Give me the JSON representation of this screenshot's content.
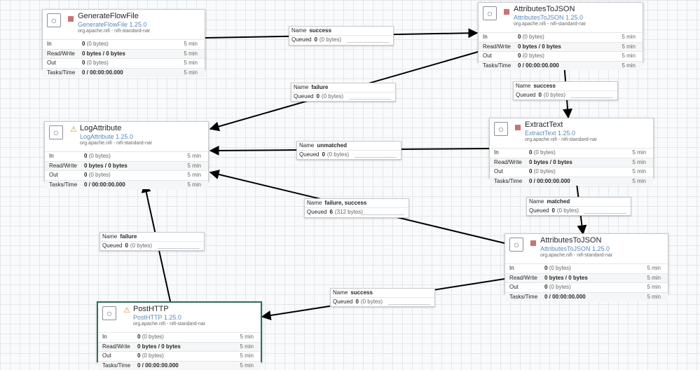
{
  "processors": {
    "generate": {
      "name": "GenerateFlowFile",
      "type": "GenerateFlowFile 1.25.0",
      "bundle": "org.apache.nifi - nifi-standard-nar",
      "status_icon": "stopped-square-icon",
      "stats": [
        {
          "label": "In",
          "value": "0",
          "sub": "(0 bytes)",
          "window": "5 min"
        },
        {
          "label": "Read/Write",
          "value": "0 bytes / 0 bytes",
          "sub": "",
          "window": "5 min"
        },
        {
          "label": "Out",
          "value": "0",
          "sub": "(0 bytes)",
          "window": "5 min"
        },
        {
          "label": "Tasks/Time",
          "value": "0 / 00:00:00.000",
          "sub": "",
          "window": "5 min"
        }
      ]
    },
    "attr_json_1": {
      "name": "AttributesToJSON",
      "type": "AttributesToJSON 1.25.0",
      "bundle": "org.apache.nifi - nifi-standard-nar",
      "status_icon": "stopped-square-icon",
      "stats": [
        {
          "label": "In",
          "value": "0",
          "sub": "(0 bytes)",
          "window": "5 min"
        },
        {
          "label": "Read/Write",
          "value": "0 bytes / 0 bytes",
          "sub": "",
          "window": "5 min"
        },
        {
          "label": "Out",
          "value": "0",
          "sub": "(0 bytes)",
          "window": "5 min"
        },
        {
          "label": "Tasks/Time",
          "value": "0 / 00:00:00.000",
          "sub": "",
          "window": "5 min"
        }
      ]
    },
    "log": {
      "name": "LogAttribute",
      "type": "LogAttribute 1.25.0",
      "bundle": "org.apache.nifi - nifi-standard-nar",
      "status_icon": "warning-triangle-icon",
      "stats": [
        {
          "label": "In",
          "value": "0",
          "sub": "(0 bytes)",
          "window": "5 min"
        },
        {
          "label": "Read/Write",
          "value": "0 bytes / 0 bytes",
          "sub": "",
          "window": "5 min"
        },
        {
          "label": "Out",
          "value": "0",
          "sub": "(0 bytes)",
          "window": "5 min"
        },
        {
          "label": "Tasks/Time",
          "value": "0 / 00:00:00.000",
          "sub": "",
          "window": "5 min"
        }
      ]
    },
    "extract": {
      "name": "ExtractText",
      "type": "ExtractText 1.25.0",
      "bundle": "org.apache.nifi - nifi-standard-nar",
      "status_icon": "stopped-square-icon",
      "stats": [
        {
          "label": "In",
          "value": "0",
          "sub": "(0 bytes)",
          "window": "5 min"
        },
        {
          "label": "Read/Write",
          "value": "0 bytes / 0 bytes",
          "sub": "",
          "window": "5 min"
        },
        {
          "label": "Out",
          "value": "0",
          "sub": "(0 bytes)",
          "window": "5 min"
        },
        {
          "label": "Tasks/Time",
          "value": "0 / 00:00:00.000",
          "sub": "",
          "window": "5 min"
        }
      ]
    },
    "attr_json_2": {
      "name": "AttributesToJSON",
      "type": "AttributesToJSON 1.25.0",
      "bundle": "org.apache.nifi - nifi-standard-nar",
      "status_icon": "stopped-square-icon",
      "stats": [
        {
          "label": "In",
          "value": "0",
          "sub": "(0 bytes)",
          "window": "5 min"
        },
        {
          "label": "Read/Write",
          "value": "0 bytes / 0 bytes",
          "sub": "",
          "window": "5 min"
        },
        {
          "label": "Out",
          "value": "0",
          "sub": "(0 bytes)",
          "window": "5 min"
        },
        {
          "label": "Tasks/Time",
          "value": "0 / 00:00:00.000",
          "sub": "",
          "window": "5 min"
        }
      ]
    },
    "posthttp": {
      "name": "PostHTTP",
      "type": "PostHTTP 1.25.0",
      "bundle": "org.apache.nifi - nifi-standard-nar",
      "status_icon": "warning-triangle-icon",
      "stats": [
        {
          "label": "In",
          "value": "0",
          "sub": "(0 bytes)",
          "window": "5 min"
        },
        {
          "label": "Read/Write",
          "value": "0 bytes / 0 bytes",
          "sub": "",
          "window": "5 min"
        },
        {
          "label": "Out",
          "value": "0",
          "sub": "(0 bytes)",
          "window": "5 min"
        },
        {
          "label": "Tasks/Time",
          "value": "0 / 00:00:00.000",
          "sub": "",
          "window": "5 min"
        }
      ]
    }
  },
  "connections": {
    "c1": {
      "name_label": "Name",
      "name": "success",
      "queued_label": "Queued",
      "count": "0",
      "size": "(0 bytes)"
    },
    "c2": {
      "name_label": "Name",
      "name": "failure",
      "queued_label": "Queued",
      "count": "0",
      "size": "(0 bytes)"
    },
    "c3": {
      "name_label": "Name",
      "name": "success",
      "queued_label": "Queued",
      "count": "0",
      "size": "(0 bytes)"
    },
    "c4": {
      "name_label": "Name",
      "name": "unmatched",
      "queued_label": "Queued",
      "count": "0",
      "size": "(0 bytes)"
    },
    "c5": {
      "name_label": "Name",
      "name": "matched",
      "queued_label": "Queued",
      "count": "0",
      "size": "(0 bytes)"
    },
    "c6": {
      "name_label": "Name",
      "name": "failure, success",
      "queued_label": "Queued",
      "count": "6",
      "size": "(312 bytes)"
    },
    "c7": {
      "name_label": "Name",
      "name": "failure",
      "queued_label": "Queued",
      "count": "0",
      "size": "(0 bytes)"
    },
    "c8": {
      "name_label": "Name",
      "name": "success",
      "queued_label": "Queued",
      "count": "0",
      "size": "(0 bytes)"
    }
  },
  "colors": {
    "stopped": "#c87474",
    "warning": "#c89b2c",
    "selected_border": "#2b6e5c",
    "type_text": "#5a8ab8"
  }
}
